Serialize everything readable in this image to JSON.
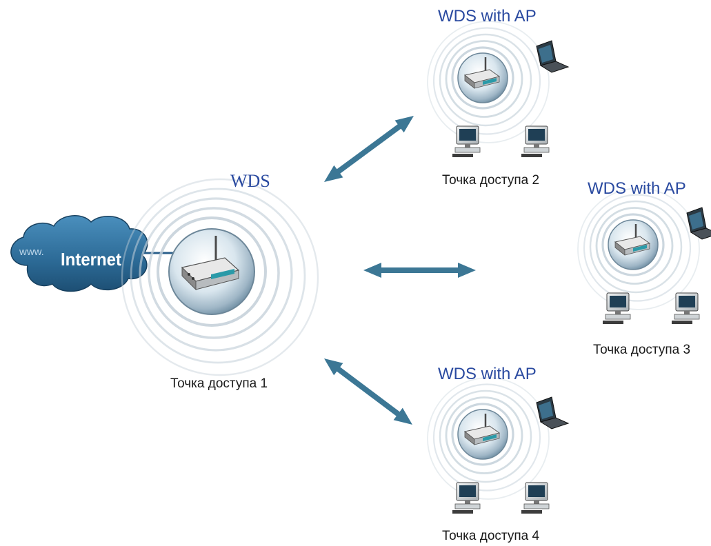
{
  "colors": {
    "label_blue": "#2a4aa0",
    "arrow": "#3c7795",
    "cloud": "#2f6f9c",
    "link_line": "#2a5f8a"
  },
  "internet": {
    "text": "Internet",
    "prefix": "www."
  },
  "hub": {
    "title": "WDS",
    "caption": "Точка доступа 1"
  },
  "access_points": [
    {
      "title": "WDS with AP",
      "caption": "Точка доступа 2"
    },
    {
      "title": "WDS with AP",
      "caption": "Точка доступа 3"
    },
    {
      "title": "WDS with AP",
      "caption": "Точка доступа 4"
    }
  ],
  "icons": [
    "cloud-icon",
    "router-icon",
    "wireless-signal-icon",
    "laptop-icon",
    "desktop-computer-icon",
    "double-arrow-icon"
  ]
}
